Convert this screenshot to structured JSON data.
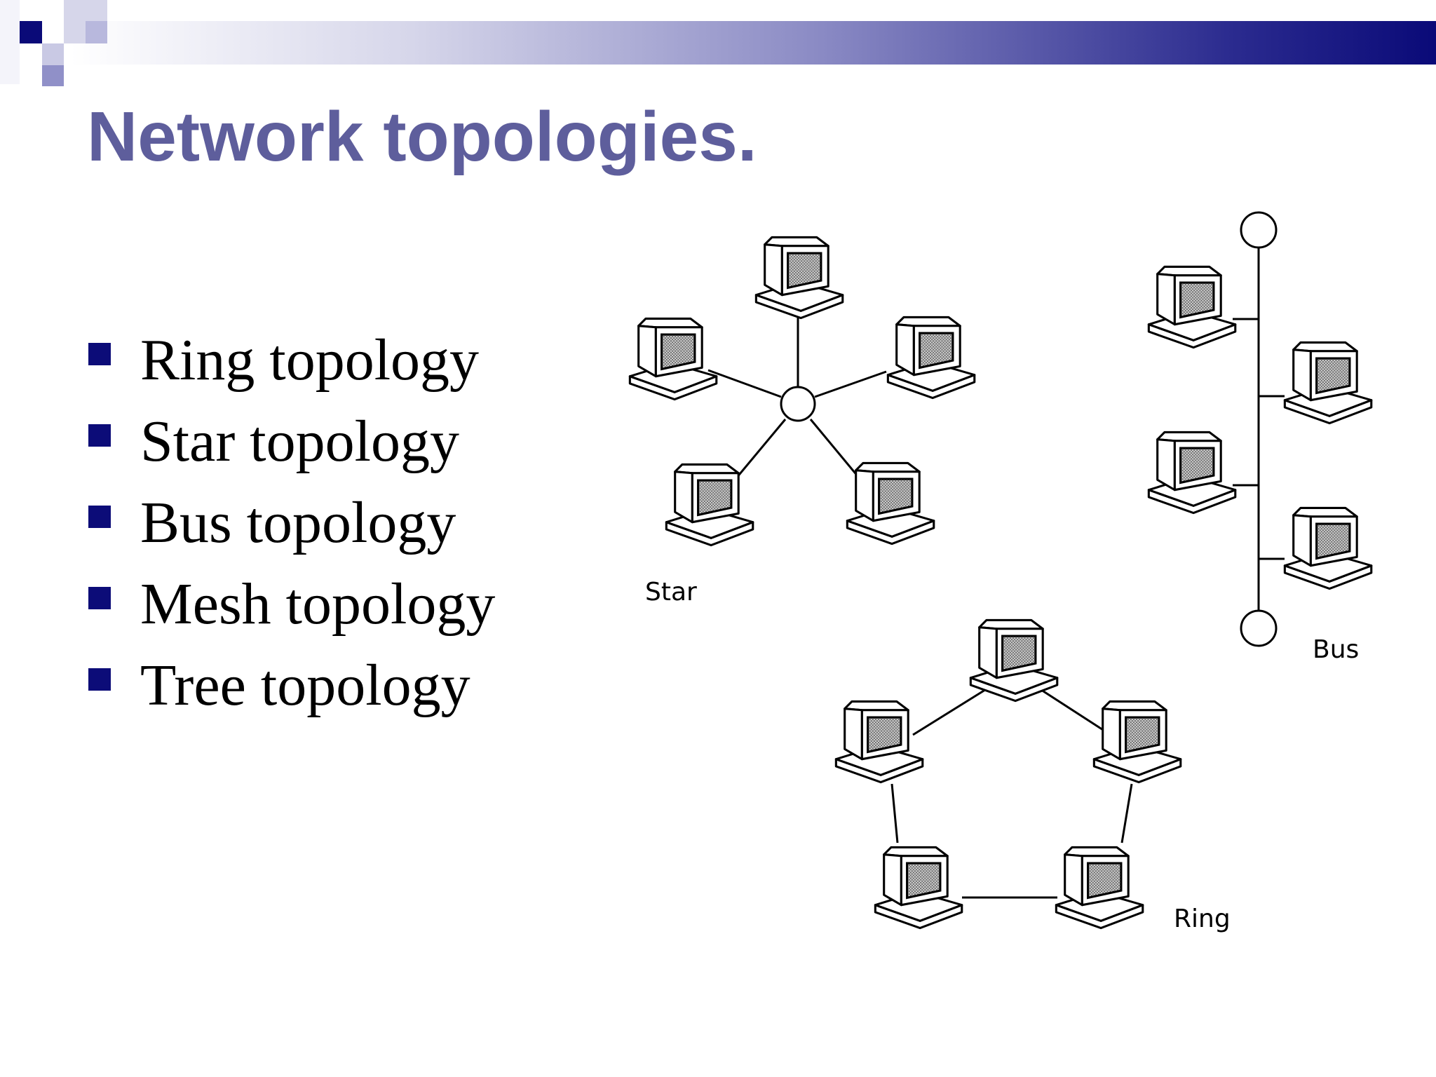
{
  "slide": {
    "title": "Network topologies.",
    "bullets": [
      "Ring topology",
      "Star topology",
      "Bus topology",
      "Mesh topology",
      "Tree topology"
    ]
  },
  "diagram": {
    "labels": {
      "star": "Star",
      "bus": "Bus",
      "ring": "Ring"
    }
  },
  "colors": {
    "title": "#5e5e9c",
    "bullet": "#0c0c78",
    "accent_dark": "#0a0a78",
    "deco_light": "#8f8fc7",
    "line": "#000000"
  }
}
